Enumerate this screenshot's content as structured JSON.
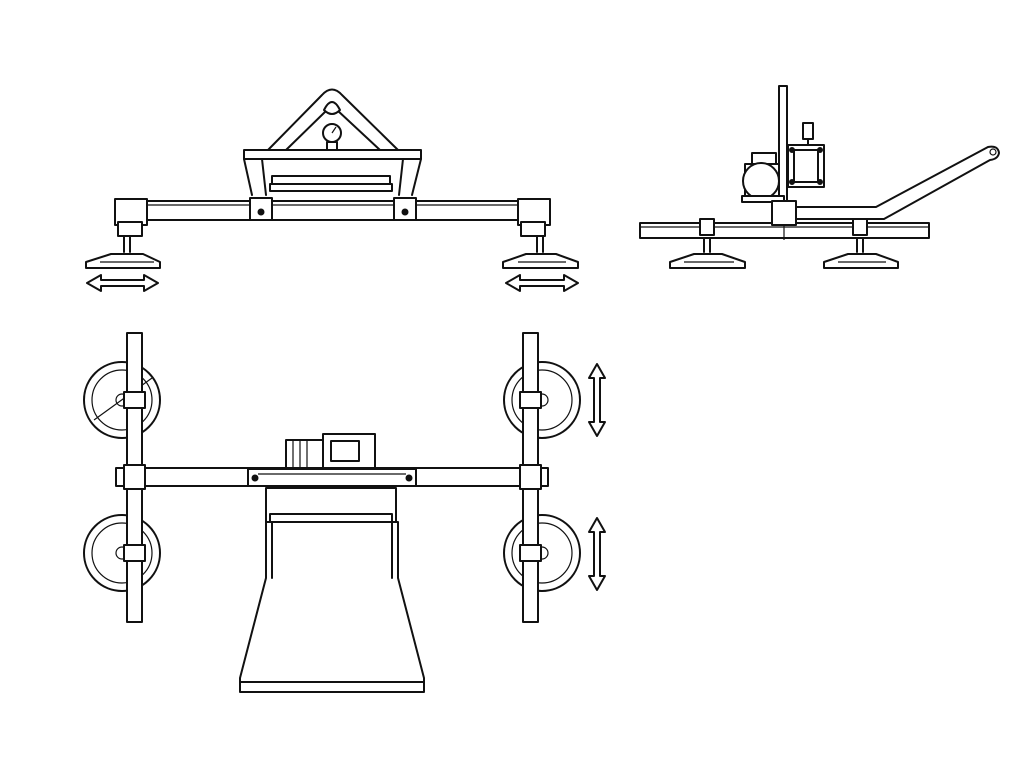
{
  "drawing": {
    "kind": "technical line drawing, three orthographic views",
    "line_color": "#111111",
    "background": "#ffffff"
  },
  "views": {
    "front": {
      "suction_cups": 2,
      "adjust_arrows": 2,
      "arrow_direction": "horizontal"
    },
    "side": {
      "suction_cups": 2,
      "has_handle": true
    },
    "top": {
      "suction_cups": 4,
      "adjust_arrows": 2,
      "arrow_direction": "vertical"
    }
  }
}
